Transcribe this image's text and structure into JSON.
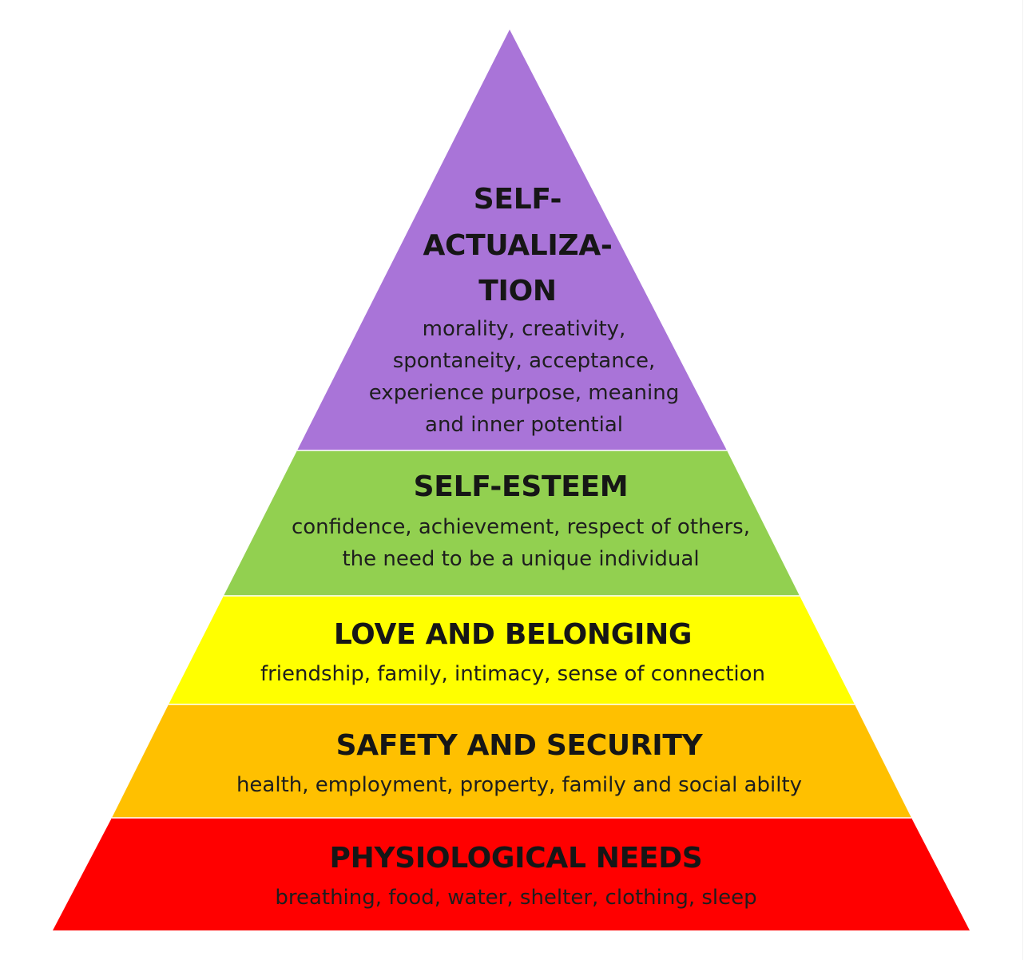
{
  "levels": [
    {
      "id": "self-actualization",
      "color": "#a974d8",
      "title_lines": [
        "SELF-",
        "ACTUALIZA-",
        "TION"
      ],
      "desc_lines": [
        "morality, creativity,",
        "spontaneity, acceptance,",
        "experience purpose, meaning",
        "and inner potential"
      ]
    },
    {
      "id": "self-esteem",
      "color": "#92d050",
      "title_lines": [
        "SELF-ESTEEM"
      ],
      "desc_lines": [
        "confidence, achievement, respect of others,",
        "the need to be a unique individual"
      ]
    },
    {
      "id": "love-and-belonging",
      "color": "#ffff00",
      "title_lines": [
        "LOVE AND BELONGING"
      ],
      "desc_lines": [
        "friendship, family, intimacy, sense of connection"
      ]
    },
    {
      "id": "safety-and-security",
      "color": "#ffc000",
      "title_lines": [
        "SAFETY AND SECURITY"
      ],
      "desc_lines": [
        "health, employment, property, family and social abilty"
      ]
    },
    {
      "id": "physiological-needs",
      "color": "#ff0000",
      "title_lines": [
        "PHYSIOLOGICAL NEEDS"
      ],
      "desc_lines": [
        "breathing, food, water, shelter, clothing, sleep"
      ]
    }
  ]
}
